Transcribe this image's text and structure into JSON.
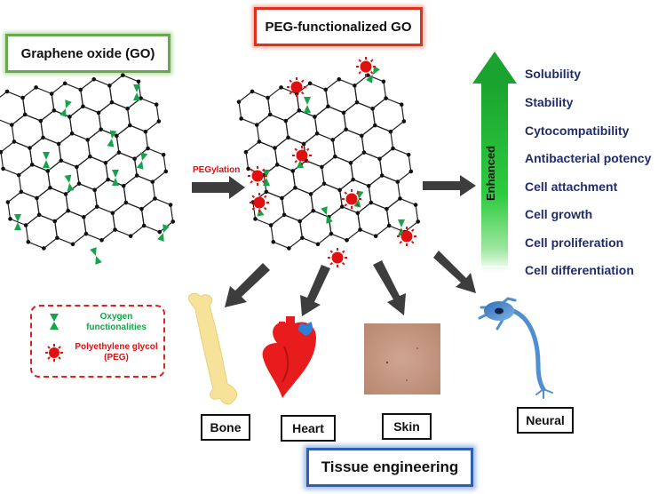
{
  "titles": {
    "go": "Graphene oxide (GO)",
    "peg_go": "PEG-functionalized GO",
    "tissue_engineering": "Tissue engineering"
  },
  "process_label": "PEGylation",
  "arrow_label": "Enhanced",
  "properties": [
    "Solubility",
    "Stability",
    "Cytocompatibility",
    "Antibacterial potency",
    "Cell attachment",
    "Cell growth",
    "Cell proliferation",
    "Cell differentiation"
  ],
  "tissues": [
    "Bone",
    "Heart",
    "Skin",
    "Neural"
  ],
  "legend": {
    "oxygen": "Oxygen functionalities",
    "peg": "Polyethylene glycol (PEG)"
  },
  "colors": {
    "go_border": "#6aa84f",
    "peg_border": "#e0301e",
    "te_border": "#2f5fb3",
    "oxygen_marker": "#17a34a",
    "peg_marker": "#e01010",
    "enhanced_arrow": "#2ecc40",
    "property_text": "#1f2d6b",
    "bone": "#f7e29a",
    "heart": "#e81c1c",
    "neural": "#4f8fd0",
    "skin": "#c49a86"
  }
}
